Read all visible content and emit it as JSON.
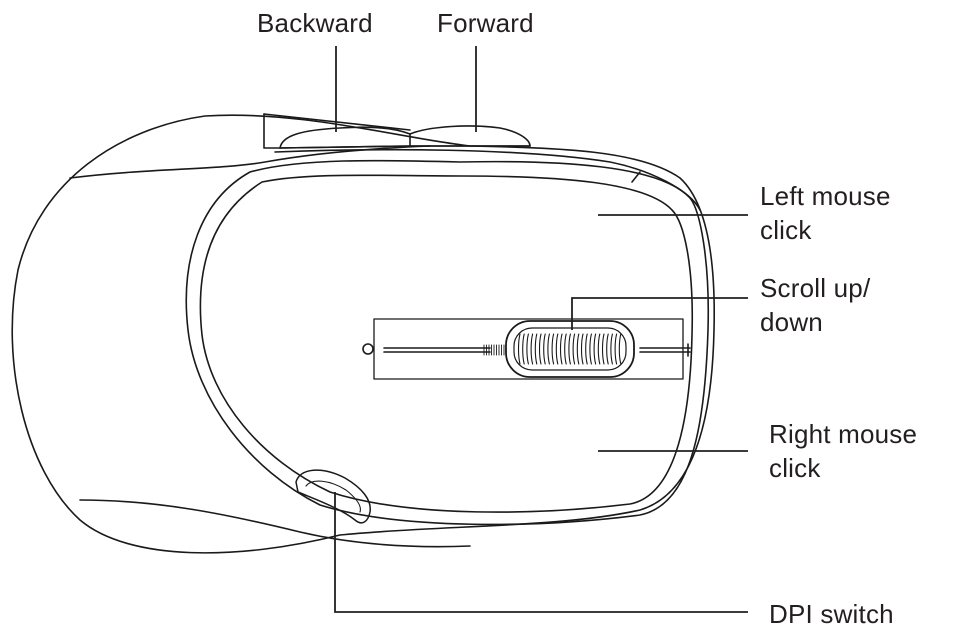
{
  "labels": {
    "backward": "Backward",
    "forward": "Forward",
    "left_click": [
      "Left mouse",
      "click"
    ],
    "scroll": [
      "Scroll up/",
      "down"
    ],
    "right_click": [
      "Right mouse",
      "click"
    ],
    "dpi": "DPI switch"
  },
  "colors": {
    "line": "#231f20",
    "outline": "#1a1a1a",
    "background": "#ffffff"
  }
}
